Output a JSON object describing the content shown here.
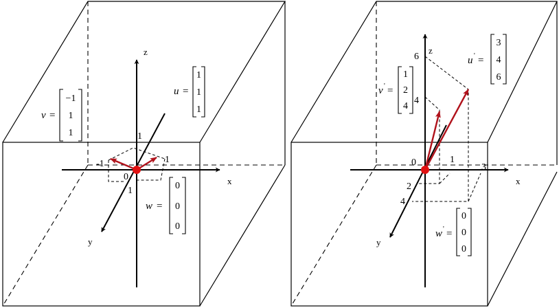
{
  "colors": {
    "vector": "#b0121b",
    "origin": "#e01010",
    "lines": "#000000"
  },
  "left": {
    "axes": {
      "x": "x",
      "y": "y",
      "z": "z"
    },
    "ticks": {
      "z_one": "1",
      "x_one": "1",
      "x_neg_one": "-1",
      "origin": "0",
      "y_one": "1"
    },
    "vector_u": {
      "name": "u",
      "values": [
        "1",
        "1",
        "1"
      ]
    },
    "vector_v": {
      "name": "v",
      "values": [
        "−1",
        "1",
        "1"
      ]
    },
    "vector_w": {
      "name": "w",
      "values": [
        "0",
        "0",
        "0"
      ]
    }
  },
  "right": {
    "axes": {
      "x": "x",
      "y": "y",
      "z": "z"
    },
    "ticks": {
      "z_six": "6",
      "z_four": "4",
      "origin": "0",
      "x_one": "1",
      "x_three": "3",
      "y_two": "2",
      "y_four": "4"
    },
    "vector_u": {
      "name": "u",
      "prime": "'",
      "values": [
        "3",
        "4",
        "6"
      ]
    },
    "vector_v": {
      "name": "v",
      "prime": "'",
      "values": [
        "1",
        "2",
        "4"
      ]
    },
    "vector_w": {
      "name": "w",
      "prime": "'",
      "values": [
        "0",
        "0",
        "0"
      ]
    }
  }
}
